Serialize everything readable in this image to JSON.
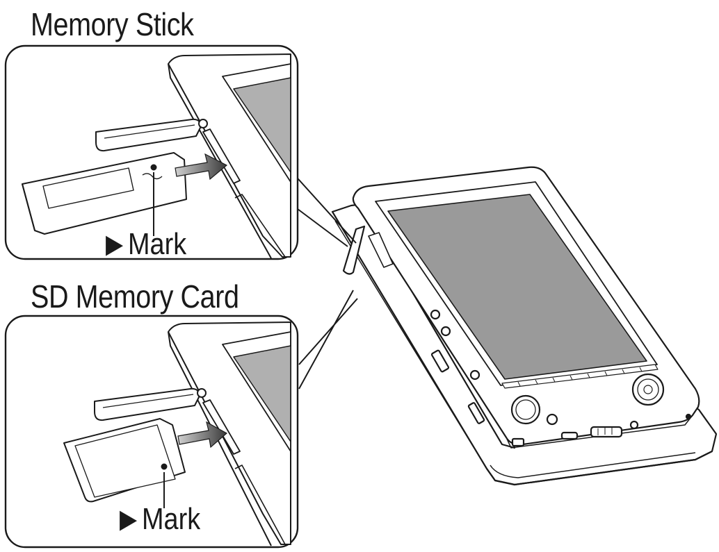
{
  "sections": [
    {
      "title": "Memory Stick",
      "mark_label": "Mark"
    },
    {
      "title": "SD Memory Card",
      "mark_label": "Mark"
    }
  ],
  "mark_symbol": "▶",
  "colors": {
    "line": "#1a1a1a",
    "screen": "#9a9a9a",
    "screen_light": "#b0b0b0",
    "arrow": "#444444"
  }
}
